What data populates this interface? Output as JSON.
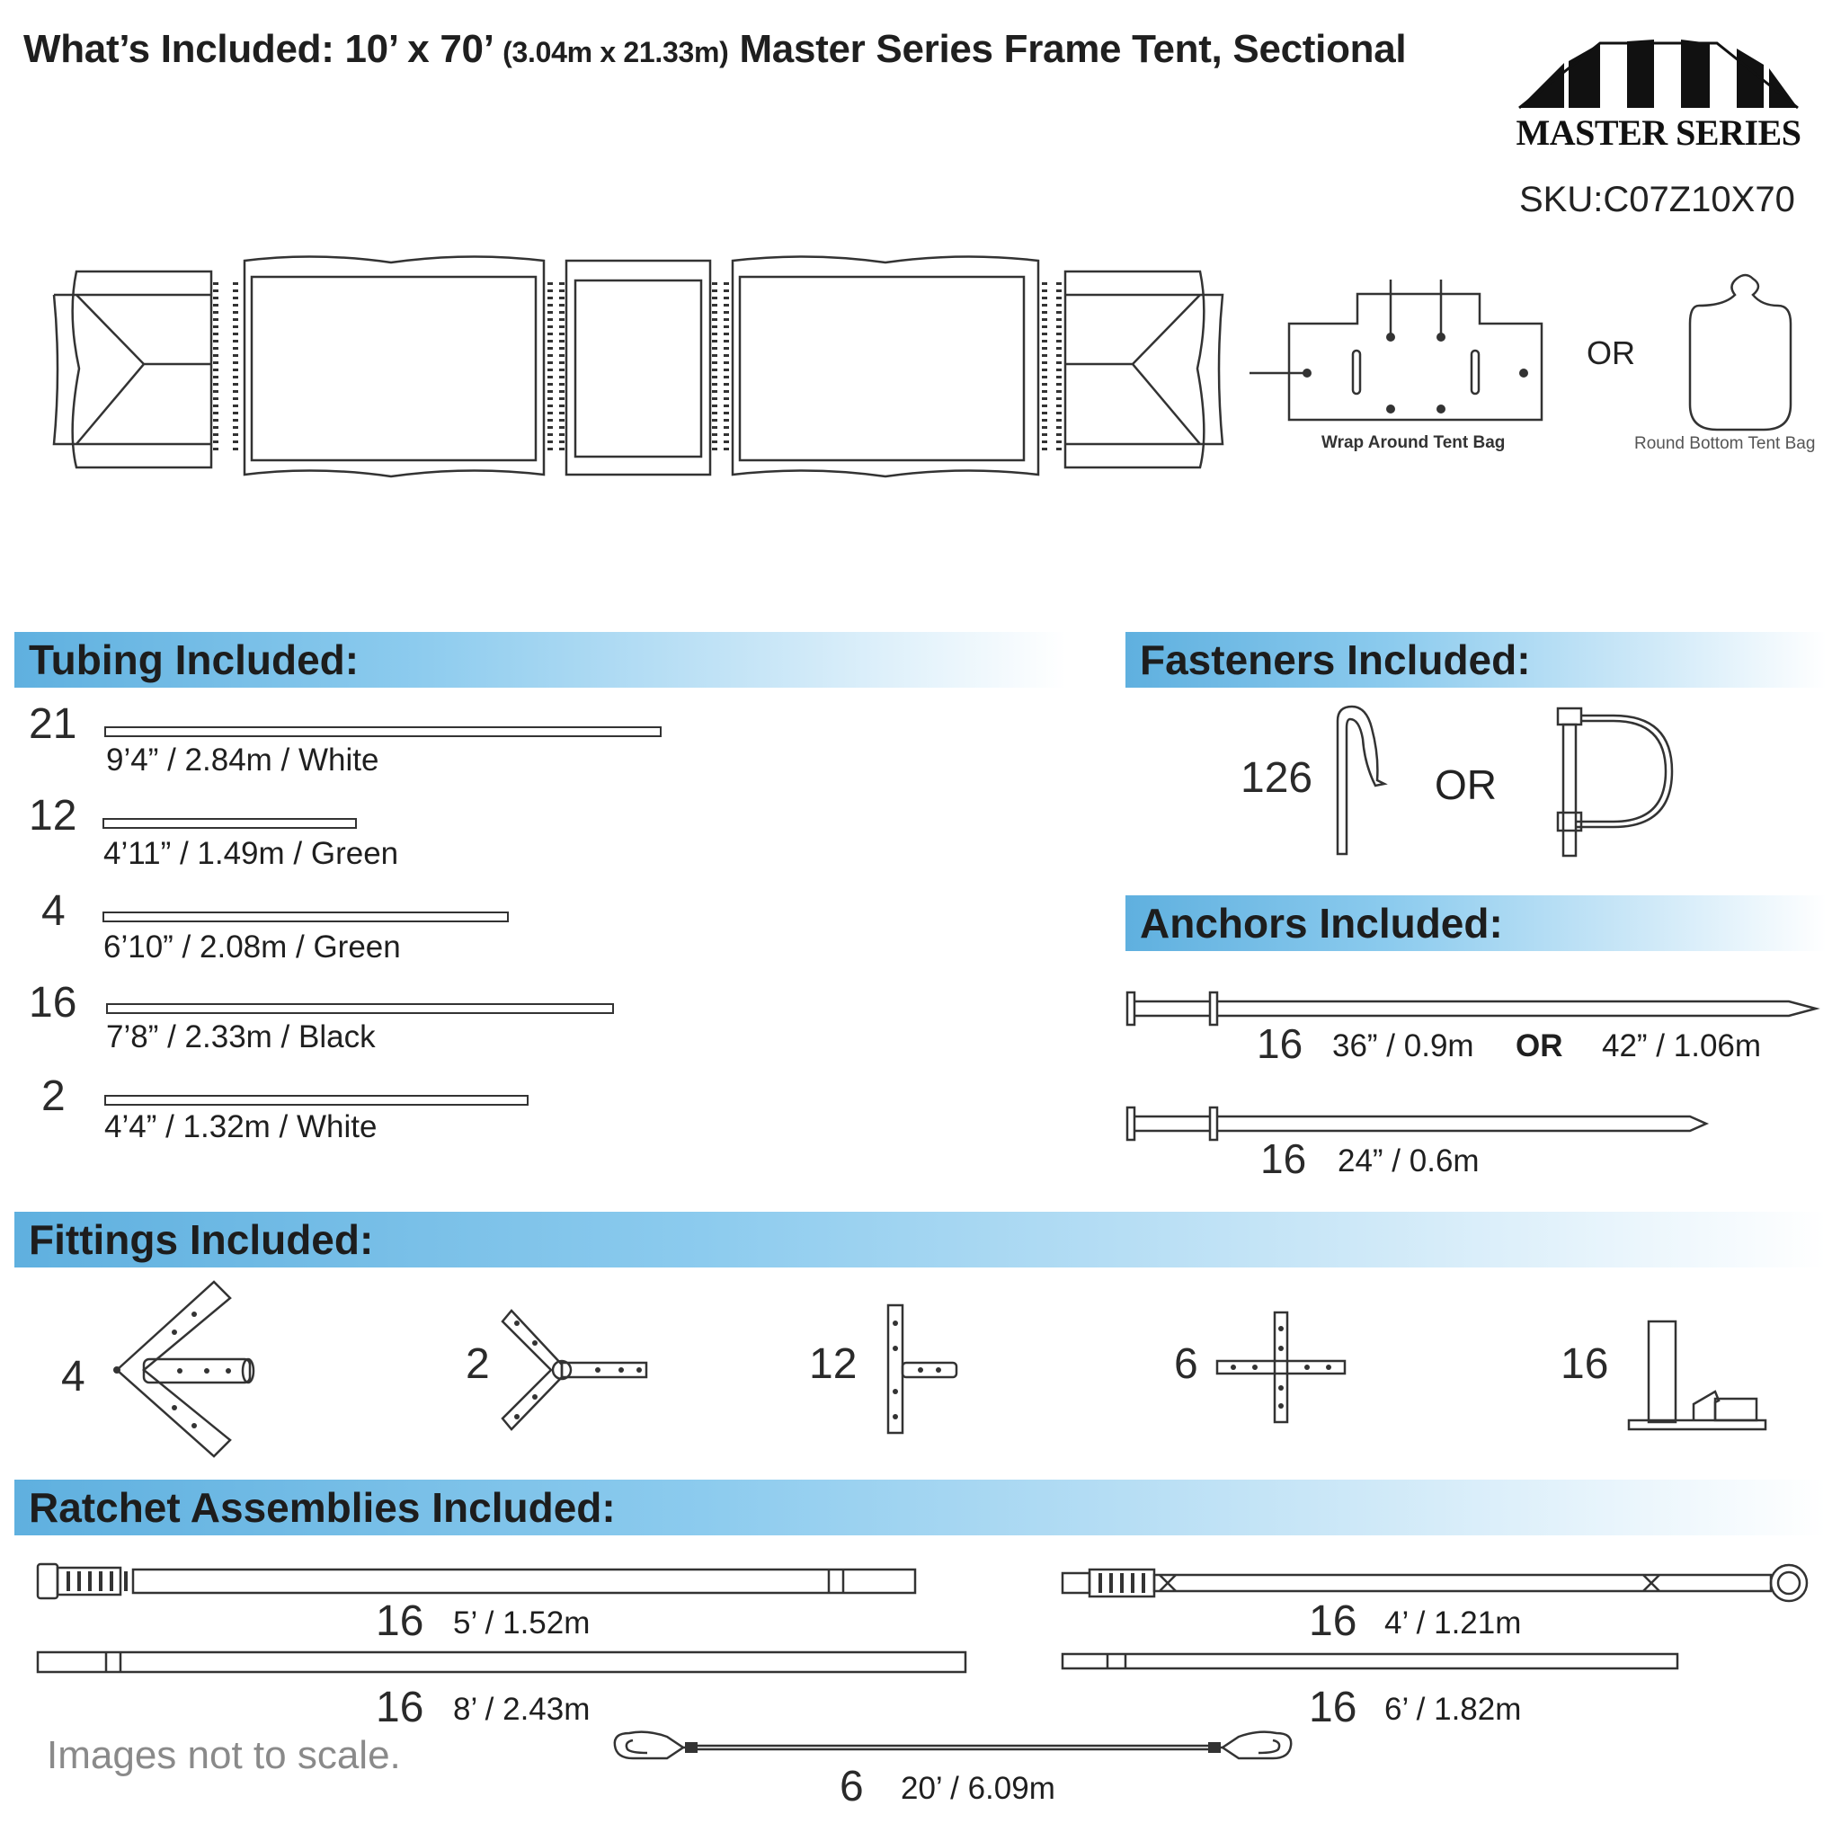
{
  "header": {
    "title_prefix": "What’s Included:",
    "title_size": "10’ x 70’",
    "title_metric": "(3.04m x 21.33m)",
    "title_suffix": "Master Series Frame Tent, Sectional",
    "logo_text": "MASTER SERIES",
    "sku": "SKU:C07Z10X70"
  },
  "bags": {
    "wrap_label": "Wrap Around Tent Bag",
    "or_label": "OR",
    "round_label": "Round Bottom Tent Bag"
  },
  "tubing": {
    "title": "Tubing Included:",
    "items": [
      {
        "qty": "21",
        "spec": "9’4” / 2.84m  /  White"
      },
      {
        "qty": "12",
        "spec": "4’11” / 1.49m  /  Green"
      },
      {
        "qty": "4",
        "spec": "6’10” / 2.08m  /  Green"
      },
      {
        "qty": "16",
        "spec": "7’8” / 2.33m  /  Black"
      },
      {
        "qty": "2",
        "spec": "4’4” / 1.32m  /  White"
      }
    ]
  },
  "fasteners": {
    "title": "Fasteners Included:",
    "qty": "126",
    "or_label": "OR"
  },
  "anchors": {
    "title": "Anchors Included:",
    "long": {
      "qty": "16",
      "spec_a": "36” / 0.9m",
      "or_label": "OR",
      "spec_b": "42” / 1.06m"
    },
    "short": {
      "qty": "16",
      "spec": "24” / 0.6m"
    }
  },
  "fittings": {
    "title": "Fittings Included:",
    "items": [
      {
        "qty": "4",
        "icon": "ridge-fitting-icon"
      },
      {
        "qty": "2",
        "icon": "y-fitting-icon"
      },
      {
        "qty": "12",
        "icon": "t-fitting-icon"
      },
      {
        "qty": "6",
        "icon": "cross-fitting-icon"
      },
      {
        "qty": "16",
        "icon": "base-plate-icon"
      }
    ]
  },
  "ratchets": {
    "title": "Ratchet Assemblies Included:",
    "items": [
      {
        "qty": "16",
        "spec": "5’ / 1.52m"
      },
      {
        "qty": "16",
        "spec": "8’ / 2.43m"
      },
      {
        "qty": "16",
        "spec": "4’ / 1.21m"
      },
      {
        "qty": "16",
        "spec": "6’ / 1.82m"
      },
      {
        "qty": "6",
        "spec": "20’ / 6.09m"
      }
    ]
  },
  "note": "Images not to scale."
}
